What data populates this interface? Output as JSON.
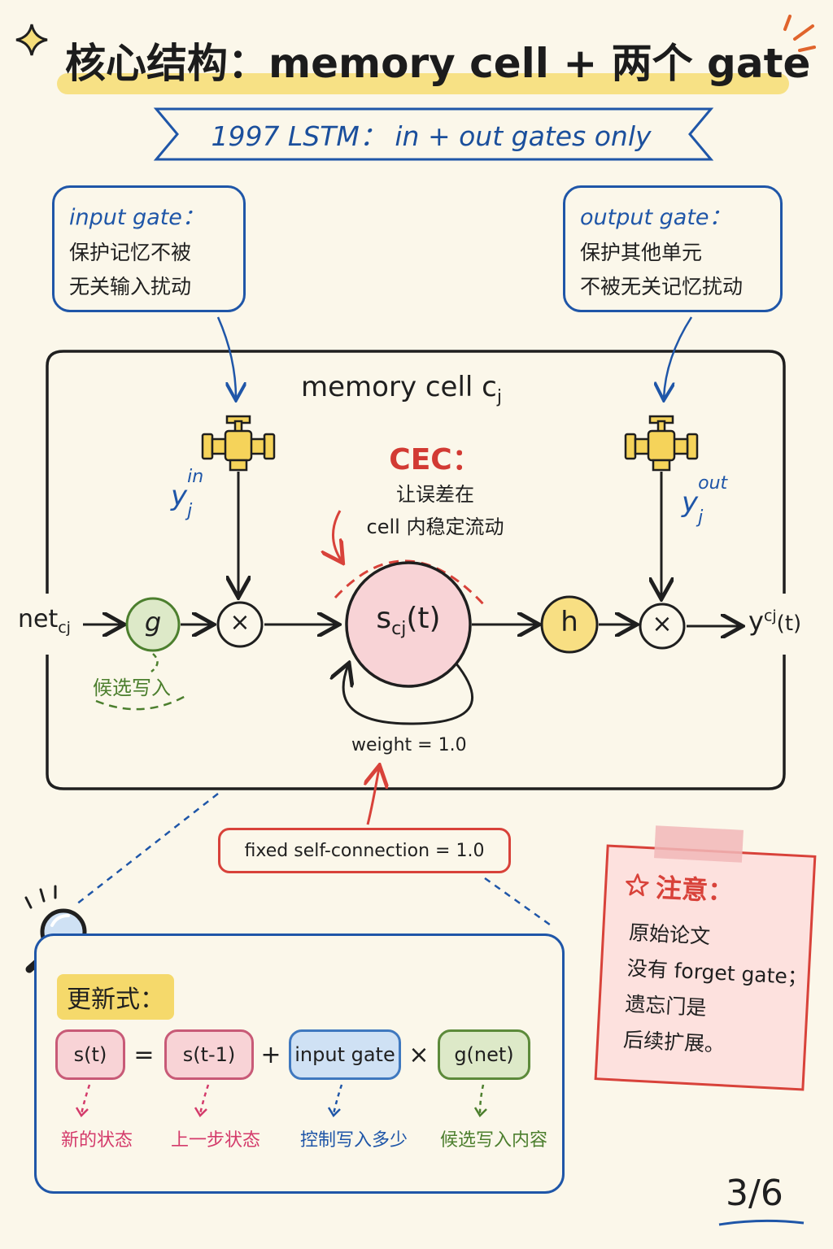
{
  "title": "核心结构：memory cell + 两个 gate",
  "subtitle": "1997 LSTM： in + out gates only",
  "input_note": {
    "head": "input gate：",
    "lines": [
      "保护记忆不被",
      "无关输入扰动"
    ]
  },
  "output_note": {
    "head": "output gate：",
    "lines": [
      "保护其他单元",
      "不被无关记忆扰动"
    ]
  },
  "diagram": {
    "cell_title_main": "memory cell c",
    "cell_title_sub": "j",
    "cec_head": "CEC：",
    "cec_lines": [
      "让误差在",
      "cell 内稳定流动"
    ],
    "input_label": "net",
    "input_label_sub": "cj",
    "g_label": "g",
    "g_caption": "候选写入",
    "multiply_symbol": "×",
    "state_main": "s",
    "state_sub": "cj",
    "state_suffix": "(t)",
    "h_label": "h",
    "output_label": "y",
    "output_sup": "cj",
    "output_suffix": "(t)",
    "y_in": "y",
    "y_in_sub": "j",
    "y_in_sup": "in",
    "y_out": "y",
    "y_out_sub": "j",
    "y_out_sup": "out",
    "weight_label": "weight = 1.0",
    "fixed_label": "fixed self-connection = 1.0"
  },
  "formula": {
    "title": "更新式：",
    "terms": [
      {
        "text": "s(t)",
        "explain": "新的状态"
      },
      {
        "text": "s(t-1)",
        "explain": "上一步状态"
      },
      {
        "text": "input gate",
        "explain": "控制写入多少"
      },
      {
        "text": "g(net)",
        "explain": "候选写入内容"
      }
    ],
    "ops": [
      "=",
      "+",
      "×"
    ]
  },
  "note": {
    "head": "注意：",
    "lines": [
      "原始论文",
      "没有 forget gate；",
      "遗忘门是",
      "后续扩展。"
    ]
  },
  "page": "3/6",
  "colors": {
    "background": "#fbf7ea",
    "blue": "#1f56a8",
    "red": "#d8423a",
    "green": "#5c8a3a",
    "yellow": "#f6de7a",
    "pink_fill": "#f8d3d6"
  }
}
